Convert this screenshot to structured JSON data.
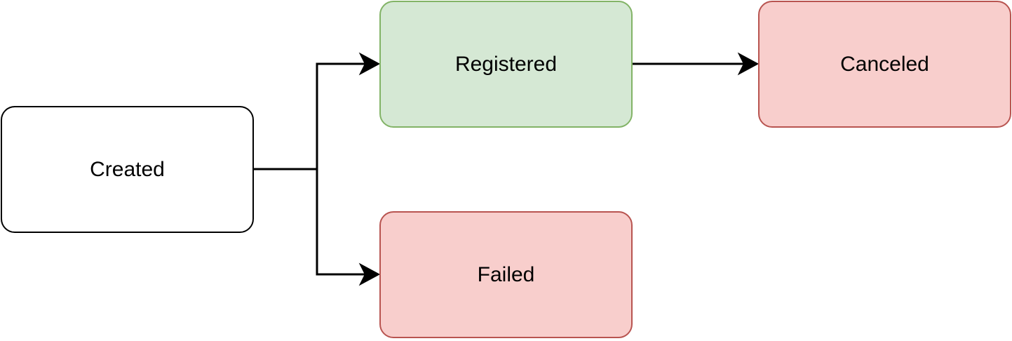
{
  "nodes": {
    "created": {
      "label": "Created",
      "fill": "#ffffff",
      "stroke": "#000000"
    },
    "registered": {
      "label": "Registered",
      "fill": "#d5e8d4",
      "stroke": "#82b366"
    },
    "canceled": {
      "label": "Canceled",
      "fill": "#f8cecc",
      "stroke": "#b85450"
    },
    "failed": {
      "label": "Failed",
      "fill": "#f8cecc",
      "stroke": "#b85450"
    }
  },
  "edges": [
    {
      "from": "created",
      "to": "registered"
    },
    {
      "from": "created",
      "to": "failed"
    },
    {
      "from": "registered",
      "to": "canceled"
    }
  ],
  "edge_color": "#000000"
}
